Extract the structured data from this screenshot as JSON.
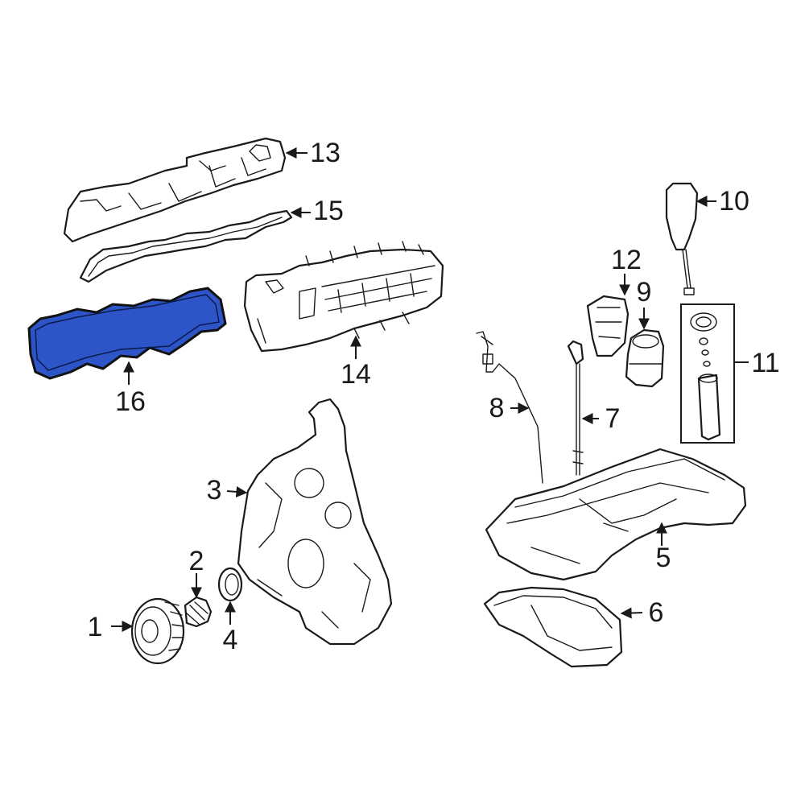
{
  "highlight_color": "#2d55c8",
  "callouts": {
    "c1": "1",
    "c2": "2",
    "c3": "3",
    "c4": "4",
    "c5": "5",
    "c6": "6",
    "c7": "7",
    "c8": "8",
    "c9": "9",
    "c10": "10",
    "c11": "11",
    "c12": "12",
    "c13": "13",
    "c14": "14",
    "c15": "15",
    "c16": "16"
  }
}
